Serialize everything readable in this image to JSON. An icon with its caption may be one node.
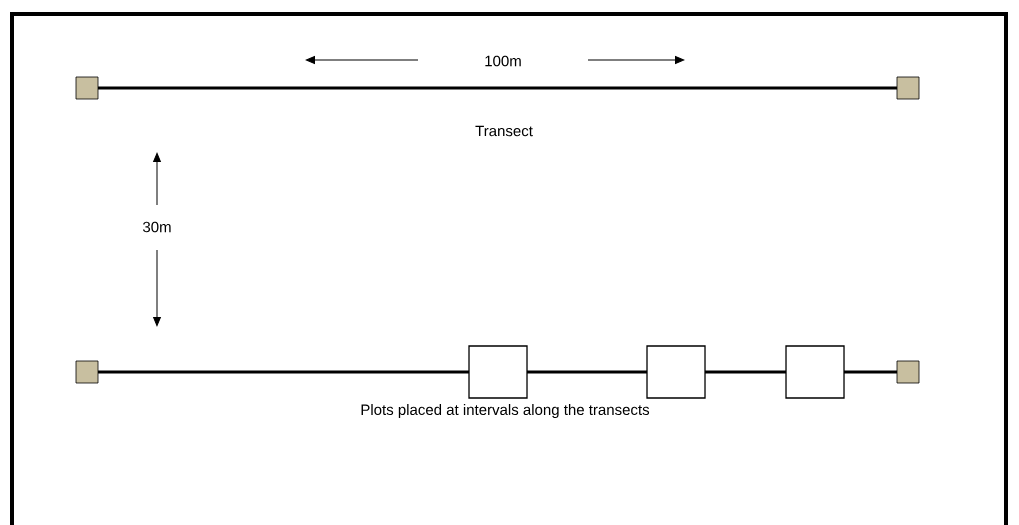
{
  "diagram": {
    "nodes": [
      {
        "text": [],
        "shape": "square"
      },
      {
        "text": [],
        "shape": "square"
      },
      {
        "text": [],
        "shape": "square"
      },
      {
        "text": [],
        "shape": "box"
      },
      {
        "text": [],
        "shape": "box"
      },
      {
        "text": [],
        "shape": "box"
      },
      {
        "text": [],
        "shape": "square"
      }
    ],
    "edges": [
      {
        "from": 0,
        "to": 1,
        "arrow": "none"
      },
      {
        "from": 2,
        "to": 3,
        "arrow": "none"
      },
      {
        "from": 3,
        "to": 4,
        "arrow": "none"
      },
      {
        "from": 4,
        "to": 5,
        "arrow": "none"
      },
      {
        "from": 5,
        "to": 6,
        "arrow": "none"
      }
    ],
    "labels": [
      "100m",
      "Transect",
      "30m",
      "Plots placed at intervals along the transects"
    ]
  }
}
